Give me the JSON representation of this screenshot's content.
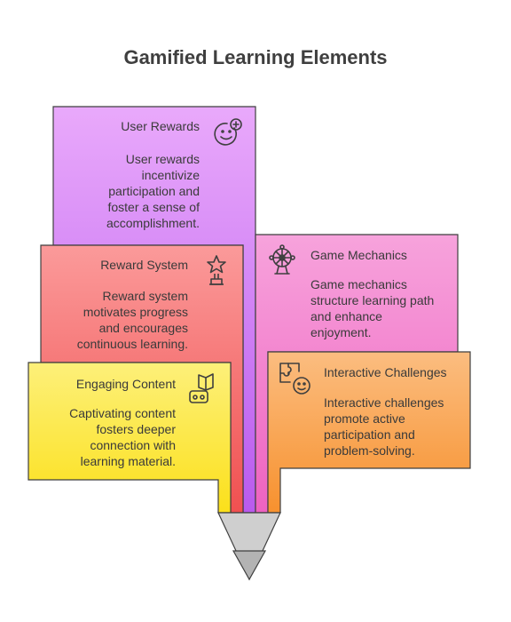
{
  "title": "Gamified Learning Elements",
  "colors": {
    "user_rewards": "#c678f0",
    "reward_system": "#f56a6a",
    "engaging_content": "#fbe53a",
    "game_mechanics": "#f27cc9",
    "interactive_challenges": "#f9a04b",
    "outline": "#3f3f3f",
    "tip": "#c9c9c9"
  },
  "cards": {
    "user_rewards": {
      "heading": "User Rewards",
      "lines": [
        "User rewards",
        "incentivize",
        "participation and",
        "foster a sense of",
        "accomplishment."
      ],
      "icon": "smiley-plus-icon"
    },
    "reward_system": {
      "heading": "Reward System",
      "lines": [
        "Reward system",
        "motivates progress",
        "and encourages",
        "continuous learning."
      ],
      "icon": "trophy-icon"
    },
    "engaging_content": {
      "heading": "Engaging Content",
      "lines": [
        "Captivating content",
        "fosters deeper",
        "connection with",
        "learning material."
      ],
      "icon": "map-vr-icon"
    },
    "game_mechanics": {
      "heading": "Game Mechanics",
      "lines": [
        "Game mechanics",
        "structure learning path",
        "and enhance",
        "enjoyment."
      ],
      "icon": "ferris-wheel-icon"
    },
    "interactive_challenges": {
      "heading": "Interactive Challenges",
      "lines": [
        "Interactive challenges",
        "promote active",
        "participation and",
        "problem-solving."
      ],
      "icon": "puzzle-face-icon"
    }
  }
}
